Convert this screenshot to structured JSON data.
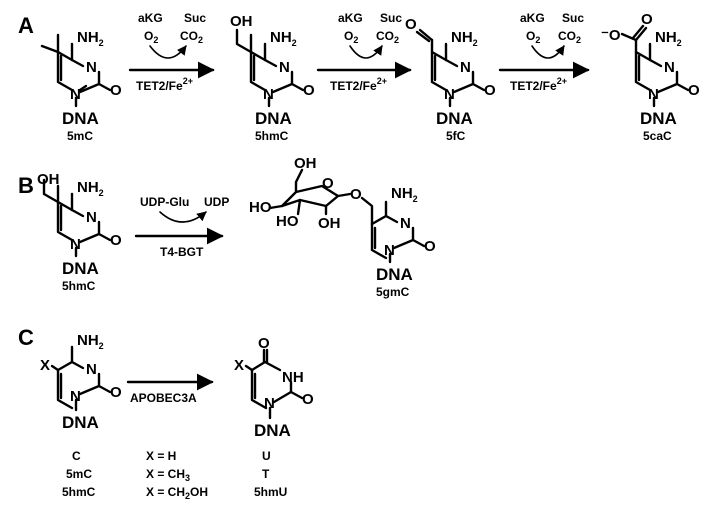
{
  "panels": [
    "A",
    "B",
    "C"
  ],
  "atoms": {
    "nh2": "NH",
    "n": "N",
    "o": "O",
    "oh": "OH",
    "ho": "HO",
    "nh": "NH",
    "x": "X",
    "o_minus": "⁻O",
    "dna": "DNA"
  },
  "panel_a": {
    "compounds": [
      "5mC",
      "5hmC",
      "5fC",
      "5caC"
    ],
    "cosubstrates": {
      "akg": "aKG",
      "o2": "O",
      "suc": "Suc",
      "co2": "CO"
    },
    "enzyme": "TET2/Fe"
  },
  "panel_b": {
    "substrate": "5hmC",
    "product": "5gmC",
    "donor": "UDP-Glu",
    "released": "UDP",
    "enzyme": "T4-BGT"
  },
  "panel_c": {
    "enzyme": "APOBEC3A",
    "rows": [
      {
        "substrate": "C",
        "x": "X = H",
        "product": "U"
      },
      {
        "substrate": "5mC",
        "x": "X = CH",
        "product": "T"
      },
      {
        "substrate": "5hmC",
        "x": "X = CH",
        "product": "5hmU"
      }
    ],
    "x_suffix": {
      "ch3": "3",
      "ch2oh": "OH"
    }
  }
}
